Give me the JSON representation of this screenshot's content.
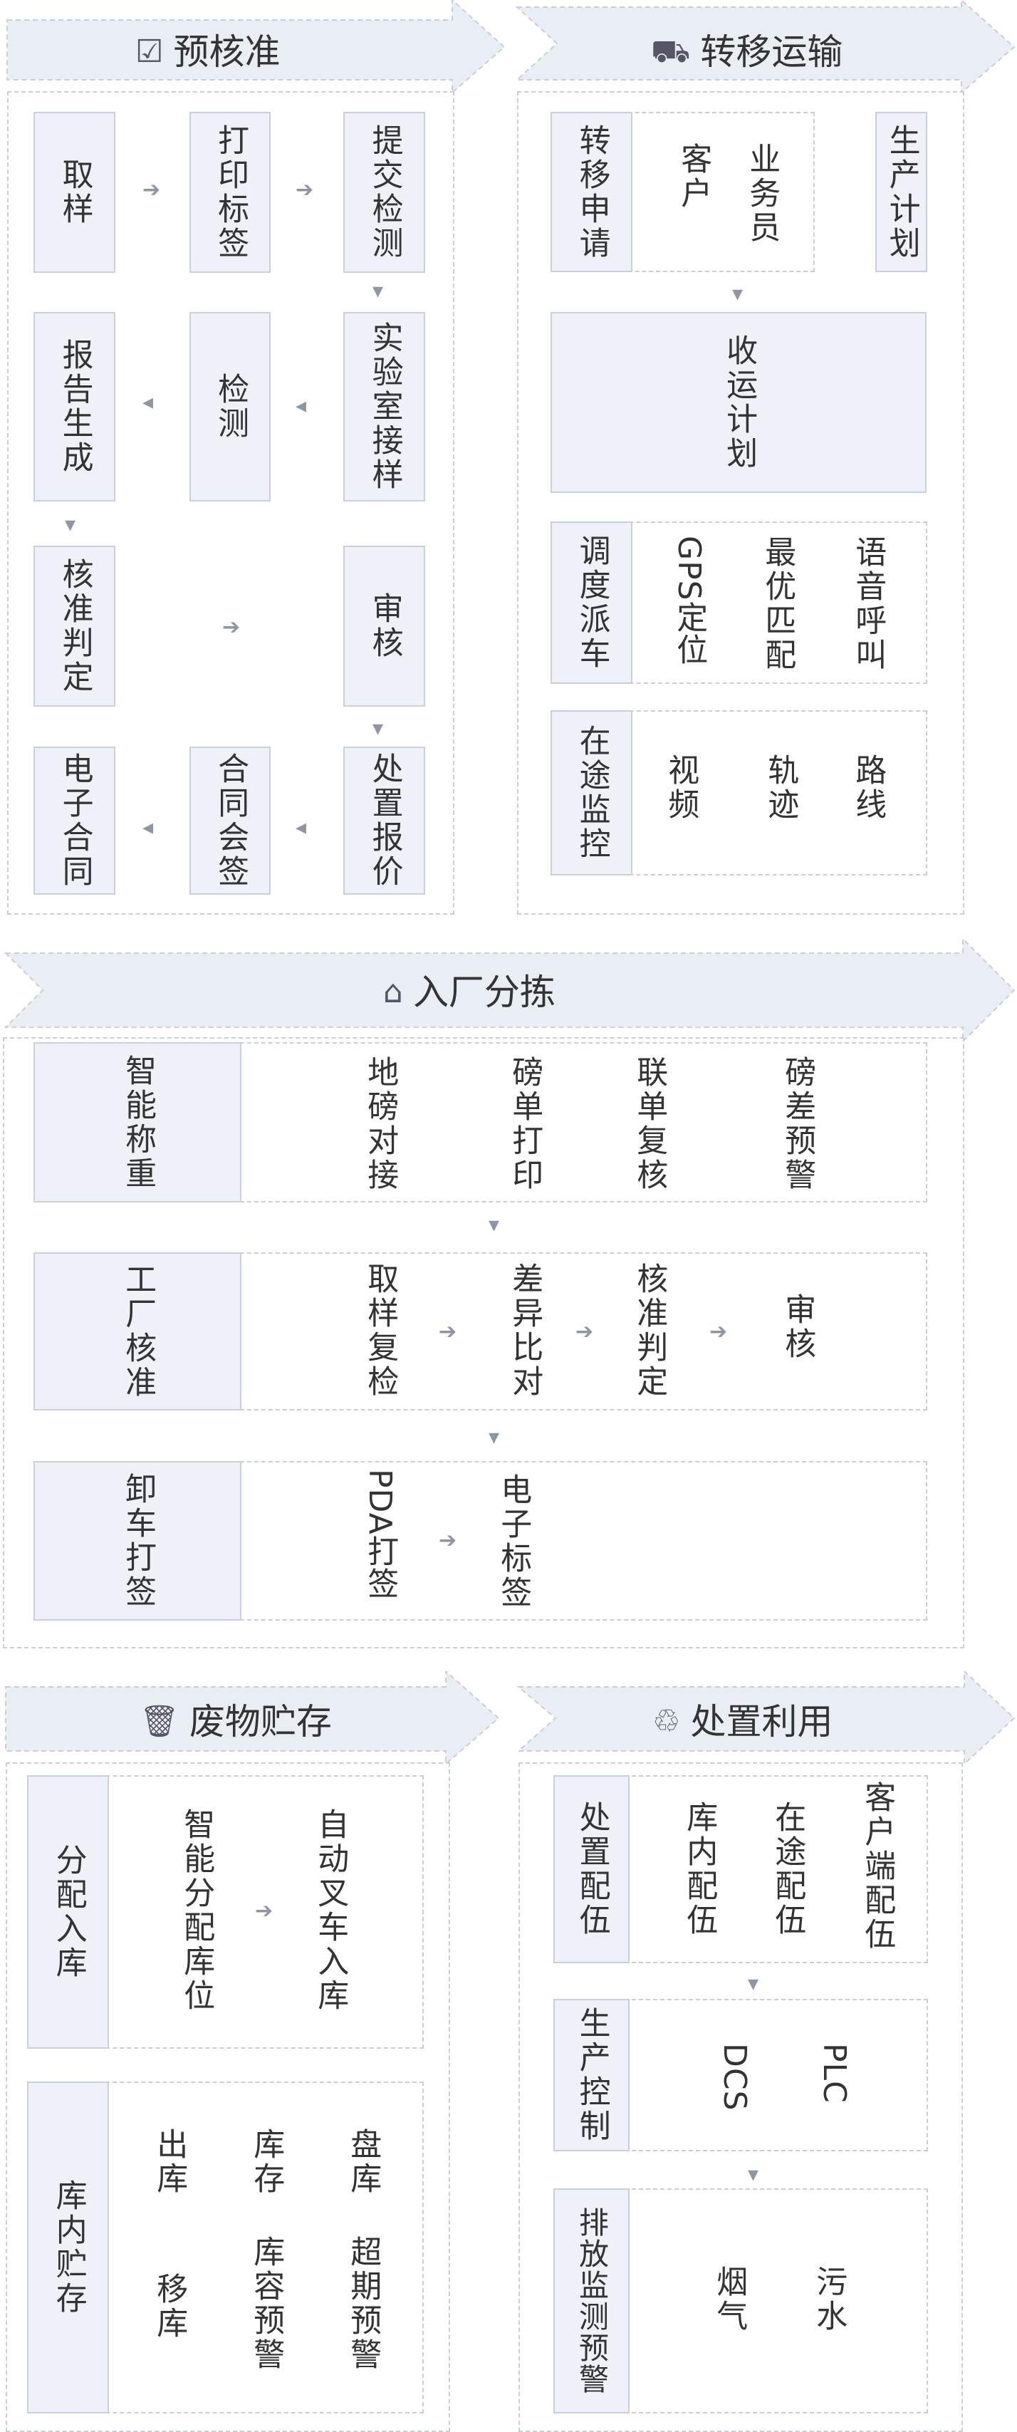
{
  "sections": {
    "prelim": {
      "title": "预核准",
      "icon": "document-check-icon",
      "steps": [
        "取样",
        "打印标签",
        "提交检测",
        "实验室接样",
        "检测",
        "报告生成",
        "核准判定",
        "审核",
        "处置报价",
        "合同会签",
        "电子合同"
      ]
    },
    "transfer": {
      "title": "转移运输",
      "icon": "truck-icon",
      "apply_label": "转移申请",
      "apply_items": [
        "客户",
        "业务员"
      ],
      "plan_label": "生产计划",
      "receive_plan": "收运计划",
      "dispatch_label": "调度派车",
      "dispatch_items": [
        "GPS定位",
        "最优匹配",
        "语音呼叫"
      ],
      "monitor_label": "在途监控",
      "monitor_items": [
        "视频",
        "轨迹",
        "路线"
      ]
    },
    "sorting": {
      "title": "入厂分拣",
      "icon": "shuffle-house-icon",
      "weigh_label": "智能称重",
      "weigh_items": [
        "地磅对接",
        "磅单打印",
        "联单复核",
        "磅差预警"
      ],
      "approve_label": "工厂核准",
      "approve_items": [
        "取样复检",
        "差异比对",
        "核准判定",
        "审核"
      ],
      "unload_label": "卸车打签",
      "unload_items": [
        "PDA打签",
        "电子标签"
      ]
    },
    "storage": {
      "title": "废物贮存",
      "icon": "trash-icon",
      "assign_label": "分配入库",
      "assign_items": [
        "智能分配库位",
        "自动叉车入库"
      ],
      "inner_label": "库内贮存",
      "inner_items": [
        "出库",
        "库存",
        "盘库",
        "移库",
        "库容预警",
        "超期预警"
      ]
    },
    "disposal": {
      "title": "处置利用",
      "icon": "recycle-icon",
      "mix_label": "处置配伍",
      "mix_items": [
        "库内配伍",
        "在途配伍",
        "客户端配伍"
      ],
      "control_label": "生产控制",
      "control_items": [
        "DCS",
        "PLC"
      ],
      "emission_label": "排放监测预警",
      "emission_items": [
        "烟气",
        "污水"
      ]
    }
  },
  "colors": {
    "header_fill": "#e9eef5",
    "box_fill": "#eef2f8",
    "border": "#c9ced8",
    "text": "#333333"
  }
}
